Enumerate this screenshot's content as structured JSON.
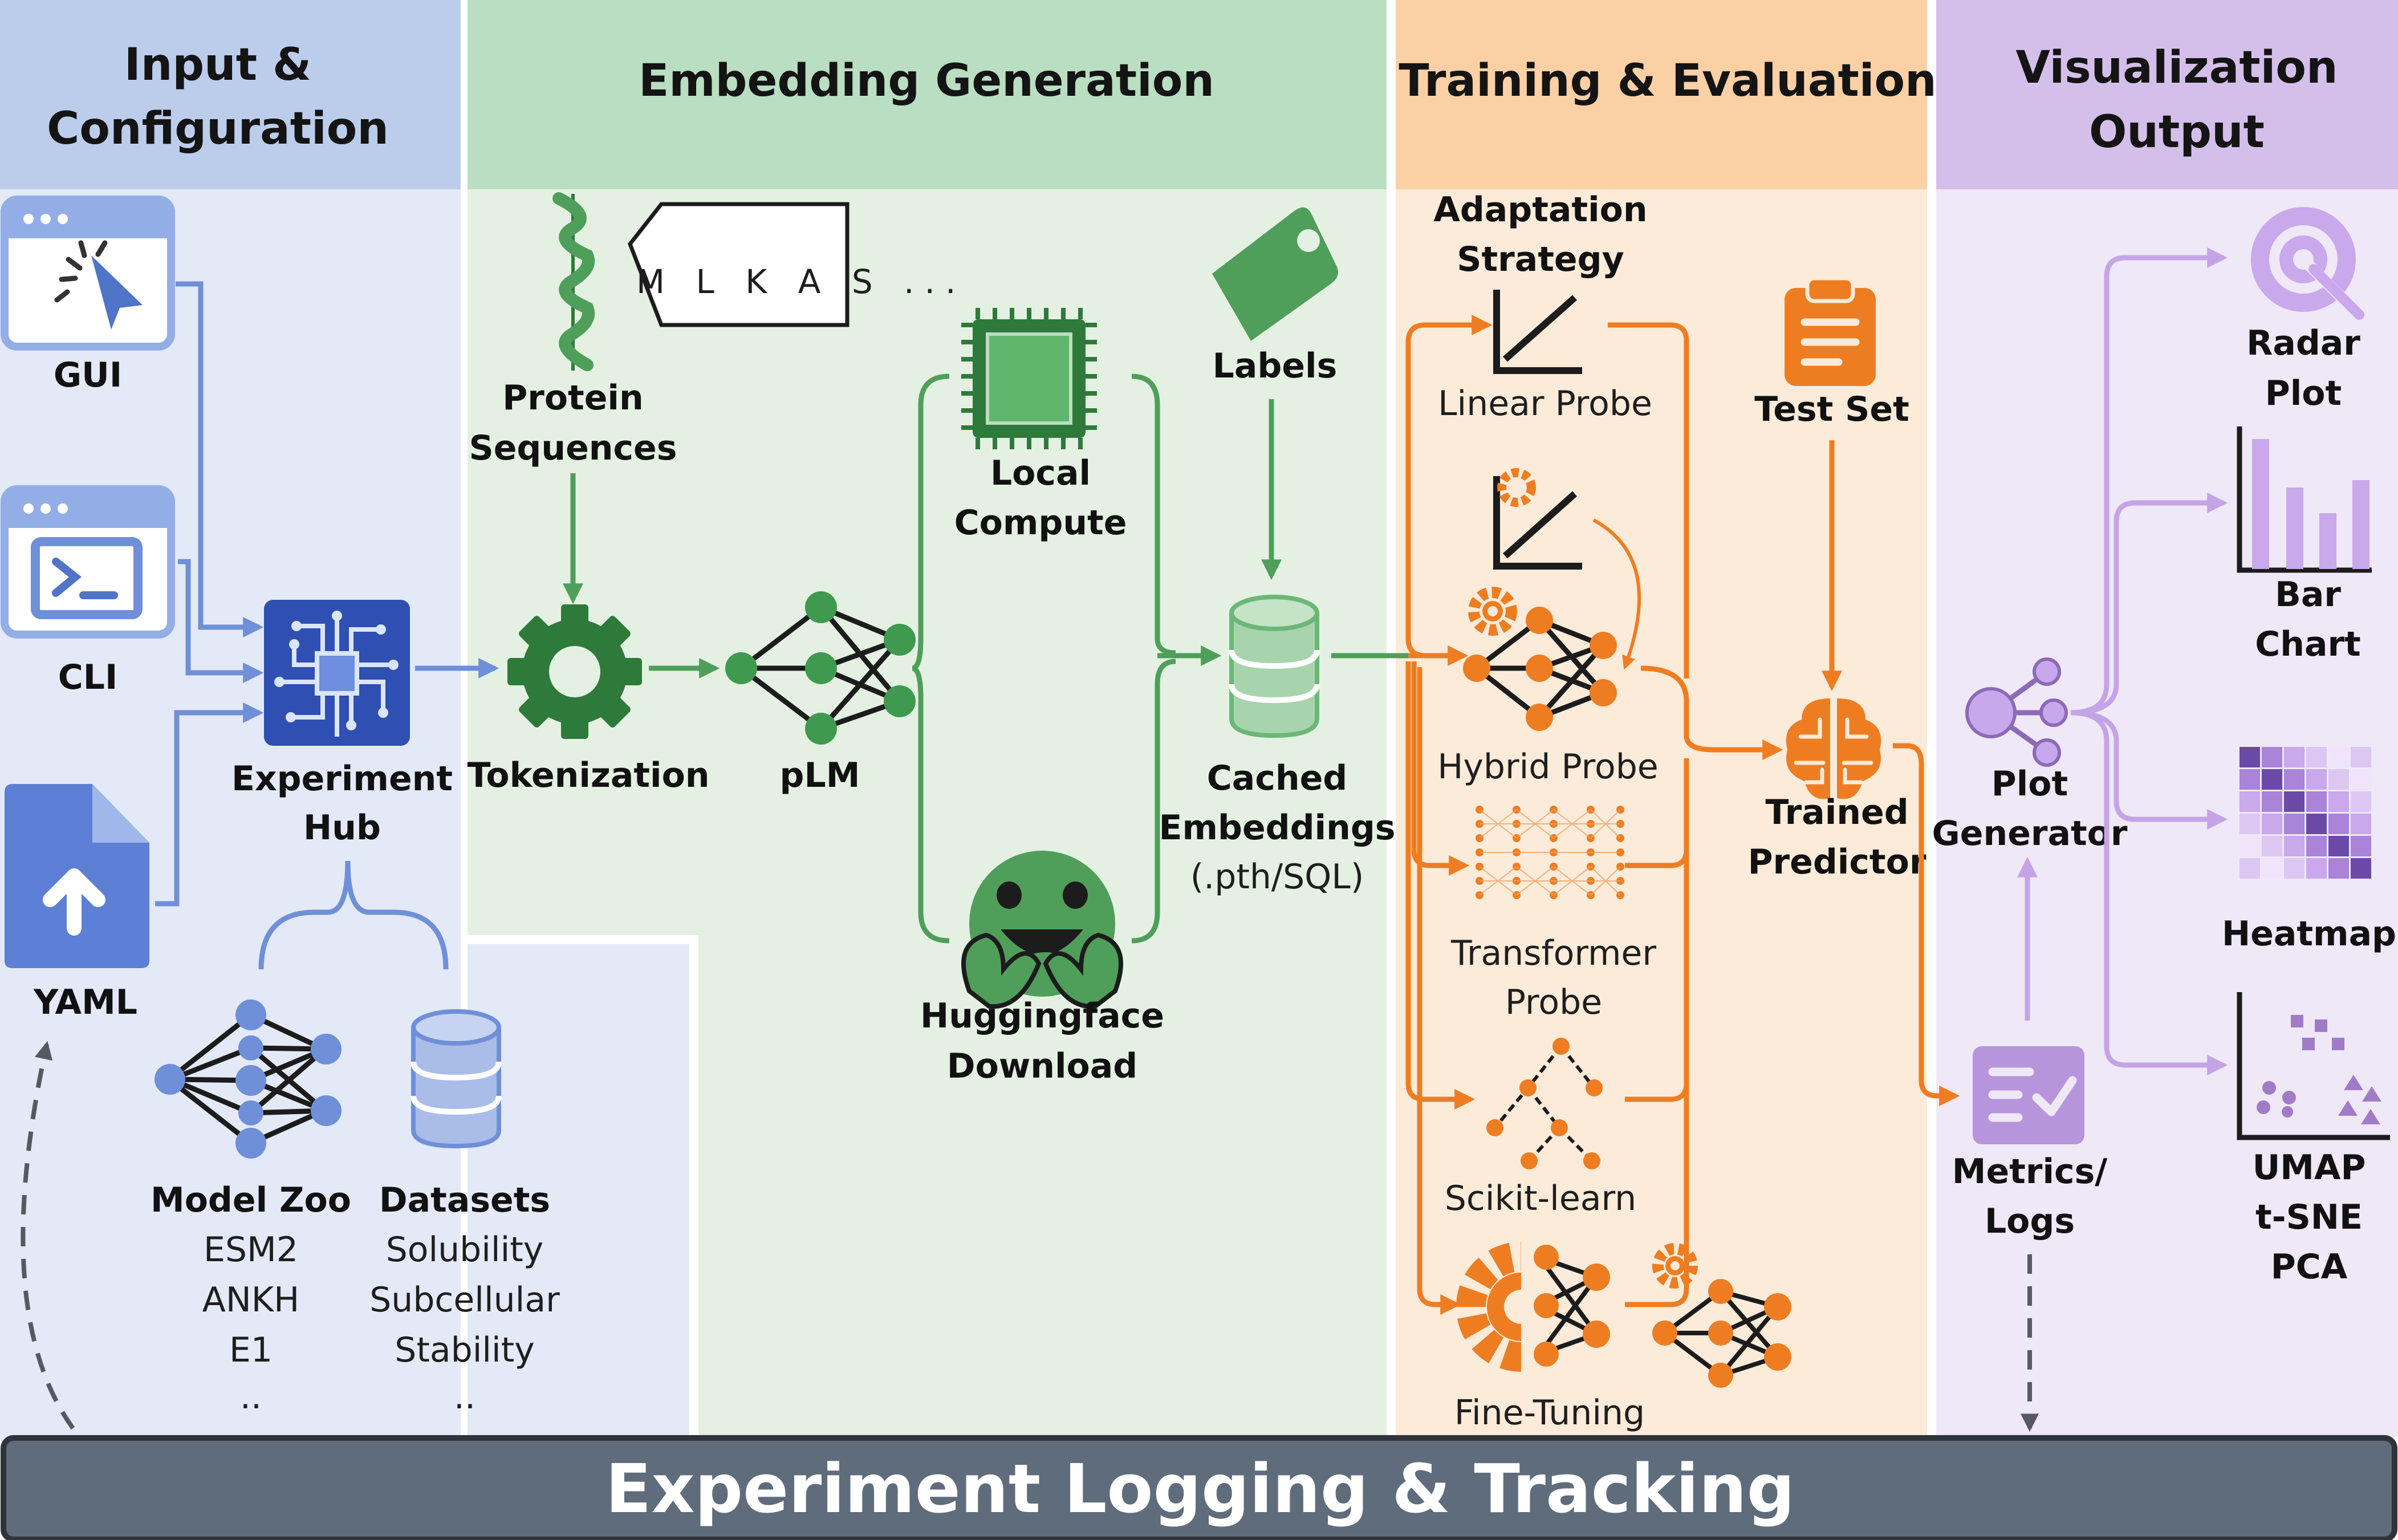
{
  "columns": {
    "input": "Input & Configuration",
    "embedding": "Embedding Generation",
    "training": "Training & Evaluation",
    "visualization": "Visualization Output"
  },
  "input": {
    "gui": "GUI",
    "cli": "CLI",
    "yaml": "YAML",
    "hub": "Experiment Hub",
    "model_zoo": {
      "title": "Model Zoo",
      "items": [
        "ESM2",
        "ANKH",
        "E1",
        ".."
      ]
    },
    "datasets": {
      "title": "Datasets",
      "items": [
        "Solubility",
        "Subcellular",
        "Stability",
        ".."
      ]
    }
  },
  "embedding": {
    "sequence_example": "M L K A S ...",
    "protein_sequences": "Protein Sequences",
    "tokenization": "Tokenization",
    "plm": "pLM",
    "local_compute": "Local Compute",
    "huggingface": "Huggingface Download",
    "labels": "Labels",
    "cached": "Cached Embeddings",
    "cached_format": "(.pth/SQL)"
  },
  "training": {
    "strategy": "Adaptation Strategy",
    "linear": "Linear Probe",
    "hybrid": "Hybrid Probe",
    "transformer": "Transformer Probe",
    "sklearn": "Scikit-learn",
    "finetune": "Fine-Tuning",
    "test_set": "Test Set",
    "predictor": "Trained Predictor"
  },
  "visualization": {
    "plot_generator": "Plot Generator",
    "metrics": "Metrics/ Logs",
    "radar": "Radar Plot",
    "bar": "Bar Chart",
    "heatmap": "Heatmap",
    "umap": [
      "UMAP",
      "t-SNE",
      "PCA"
    ]
  },
  "footer": "Experiment Logging & Tracking",
  "colors": {
    "input": "#4f74c8",
    "embedding": "#3f9a4f",
    "training": "#ee7d22",
    "visualization": "#b795dd",
    "footer": "#5f6c7b"
  }
}
